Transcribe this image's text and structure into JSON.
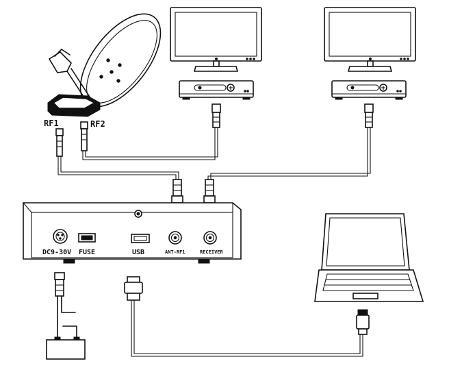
{
  "dish": {
    "ports": {
      "rf1": "RF1",
      "rf2": "RF2"
    }
  },
  "control_box": {
    "ports": {
      "power": "DC9-30V",
      "fuse": "FUSE",
      "usb": "USB",
      "ant": "ANT-RF1",
      "receiver": "RECEIVER"
    }
  },
  "icons": {
    "dish": "satellite-dish-icon",
    "tv": "tv-icon",
    "receiver": "set-top-box-icon",
    "laptop": "laptop-icon",
    "battery": "battery-icon",
    "usb_plug": "usb-plug-icon"
  }
}
